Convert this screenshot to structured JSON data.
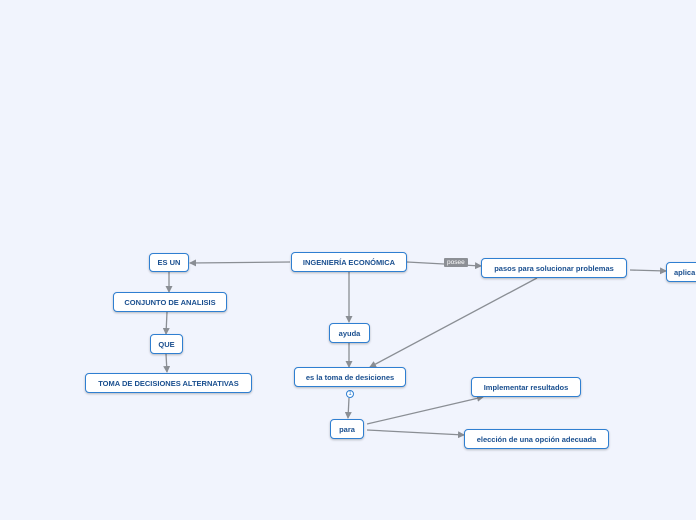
{
  "colors": {
    "background": "#f1f4fd",
    "node_border": "#2f7fd1",
    "node_text": "#1a4f8f",
    "connector": "#8a8e94",
    "link_label_bg": "#8c8f95"
  },
  "nodes": {
    "ingenieria": "INGENIERÍA ECONÓMICA",
    "es_un": "ES UN",
    "conjunto": "CONJUNTO DE ANALISIS",
    "que": "QUE",
    "toma_alternativas": "TOMA DE DECISIONES ALTERNATIVAS",
    "ayuda": "ayuda",
    "toma_desiciones": "es la toma de desiciones",
    "para": "para",
    "pasos": "pasos para solucionar problemas",
    "aplica": "aplica",
    "implementar": "Implementar resultados",
    "eleccion": "elección de una opción adecuada"
  },
  "link_labels": {
    "posee": "posee"
  },
  "collapse_count": "1"
}
